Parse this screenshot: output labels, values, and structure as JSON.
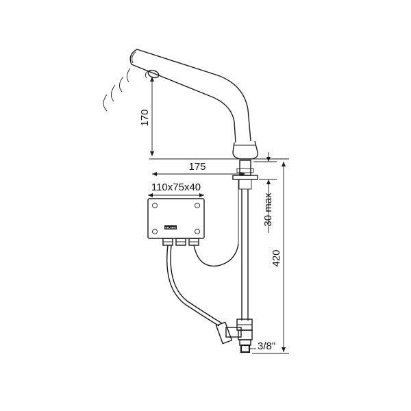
{
  "dimensions": {
    "height_sensor": "170",
    "reach": "175",
    "box_size": "110x75x40",
    "deck_thickness": "30 max",
    "total_height": "420",
    "thread": "3/8\""
  },
  "box_brand": "DELABIE"
}
